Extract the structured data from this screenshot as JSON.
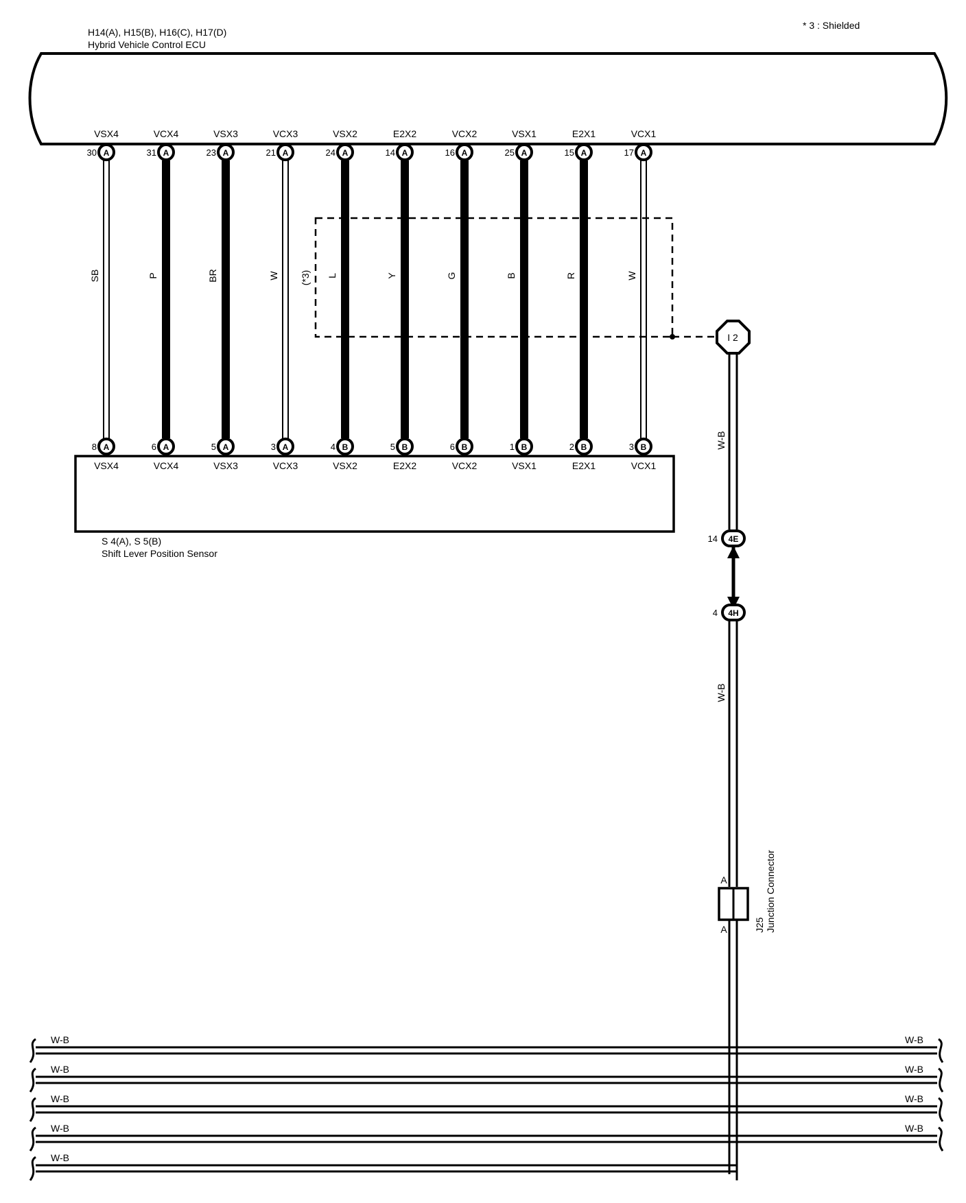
{
  "note": "* 3 : Shielded",
  "ecu": {
    "connectors": "H14(A), H15(B), H16(C), H17(D)",
    "name": "Hybrid Vehicle Control ECU",
    "pins": [
      {
        "label": "VSX4",
        "pin": "30",
        "conn": "A"
      },
      {
        "label": "VCX4",
        "pin": "31",
        "conn": "A"
      },
      {
        "label": "VSX3",
        "pin": "23",
        "conn": "A"
      },
      {
        "label": "VCX3",
        "pin": "21",
        "conn": "A"
      },
      {
        "label": "VSX2",
        "pin": "24",
        "conn": "A"
      },
      {
        "label": "E2X2",
        "pin": "14",
        "conn": "A"
      },
      {
        "label": "VCX2",
        "pin": "16",
        "conn": "A"
      },
      {
        "label": "VSX1",
        "pin": "25",
        "conn": "A"
      },
      {
        "label": "E2X1",
        "pin": "15",
        "conn": "A"
      },
      {
        "label": "VCX1",
        "pin": "17",
        "conn": "A"
      }
    ]
  },
  "wires": [
    {
      "color_code": "SB",
      "thick": false
    },
    {
      "color_code": "P",
      "thick": true
    },
    {
      "color_code": "BR",
      "thick": true
    },
    {
      "color_code": "W",
      "thick": false
    },
    {
      "color_code": "L",
      "thick": true
    },
    {
      "color_code": "Y",
      "thick": true
    },
    {
      "color_code": "G",
      "thick": true
    },
    {
      "color_code": "B",
      "thick": true
    },
    {
      "color_code": "R",
      "thick": true
    },
    {
      "color_code": "W",
      "thick": false
    }
  ],
  "shield_label": "(*3)",
  "sensor": {
    "connectors": "S 4(A), S 5(B)",
    "name": "Shift Lever Position Sensor",
    "pins": [
      {
        "label": "VSX4",
        "pin": "8",
        "conn": "A"
      },
      {
        "label": "VCX4",
        "pin": "6",
        "conn": "A"
      },
      {
        "label": "VSX3",
        "pin": "5",
        "conn": "A"
      },
      {
        "label": "VCX3",
        "pin": "3",
        "conn": "A"
      },
      {
        "label": "VSX2",
        "pin": "4",
        "conn": "B"
      },
      {
        "label": "E2X2",
        "pin": "5",
        "conn": "B"
      },
      {
        "label": "VCX2",
        "pin": "6",
        "conn": "B"
      },
      {
        "label": "VSX1",
        "pin": "1",
        "conn": "B"
      },
      {
        "label": "E2X1",
        "pin": "2",
        "conn": "B"
      },
      {
        "label": "VCX1",
        "pin": "3",
        "conn": "B"
      }
    ]
  },
  "ground": {
    "shield_ground": "I 2",
    "wire_color_1": "W-B",
    "jc_top": {
      "pin": "14",
      "tag": "4E"
    },
    "jc_bottom": {
      "pin": "4",
      "tag": "4H"
    },
    "wire_color_2": "W-B",
    "junction": {
      "id": "J25",
      "name": "Junction Connector",
      "top_pin": "A",
      "bottom_pin": "A"
    }
  },
  "ground_bus": [
    {
      "left": "W-B",
      "right": "W-B"
    },
    {
      "left": "W-B",
      "right": "W-B"
    },
    {
      "left": "W-B",
      "right": "W-B"
    },
    {
      "left": "W-B",
      "right": "W-B"
    },
    {
      "left": "W-B",
      "right": ""
    }
  ]
}
